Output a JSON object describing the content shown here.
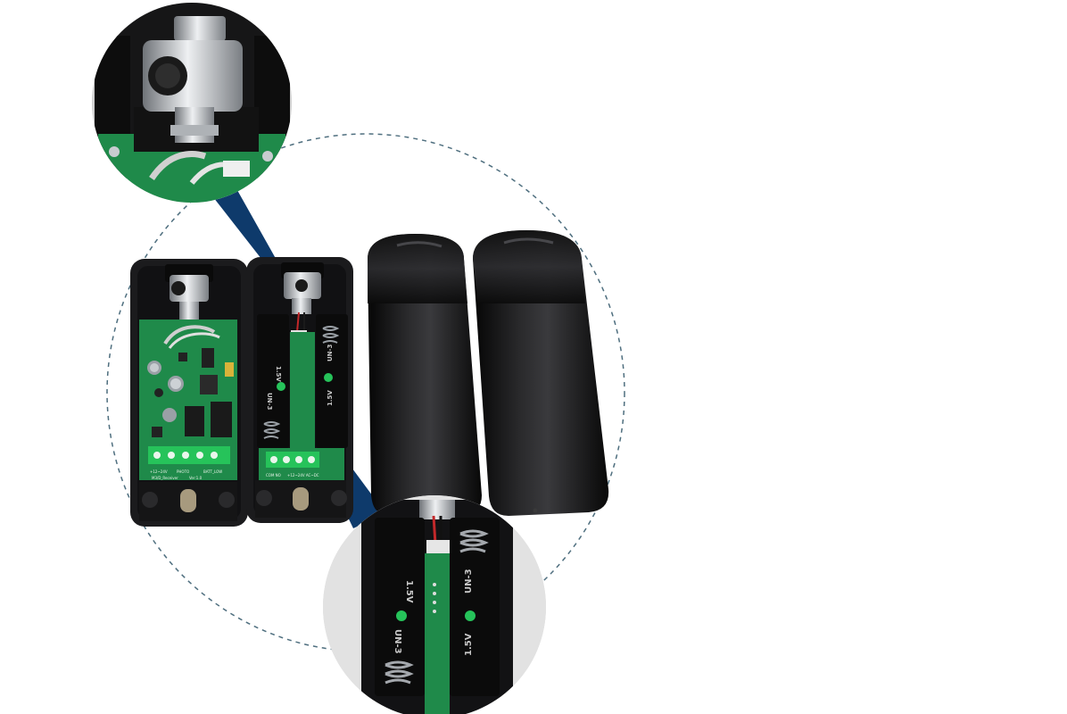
{
  "scene": {
    "colors": {
      "background": "#ffffff",
      "housing": "#1b1b1d",
      "pcb": "#1f8a4a",
      "terminal": "#26c35a",
      "metal": "#c9ccd1",
      "pointer": "#0e3a6b",
      "dashed_circle": "#4f6f7f"
    },
    "pcb_labels": {
      "left_top_1": "+12~24V",
      "left_top_2": "PHOTO",
      "left_top_3": "BATT_LOW",
      "left_bottom_1": "M3/D_Receiver",
      "left_bottom_2": "Ver:1.0",
      "right_top_1": "COM  NO",
      "right_top_2": "+12~24V AC~DC"
    },
    "battery_labels": {
      "type": "UN-3",
      "voltage": "1.5V"
    },
    "icons": [
      "lens-housing",
      "battery-holder",
      "terminal-block",
      "pointer-arrow"
    ]
  }
}
